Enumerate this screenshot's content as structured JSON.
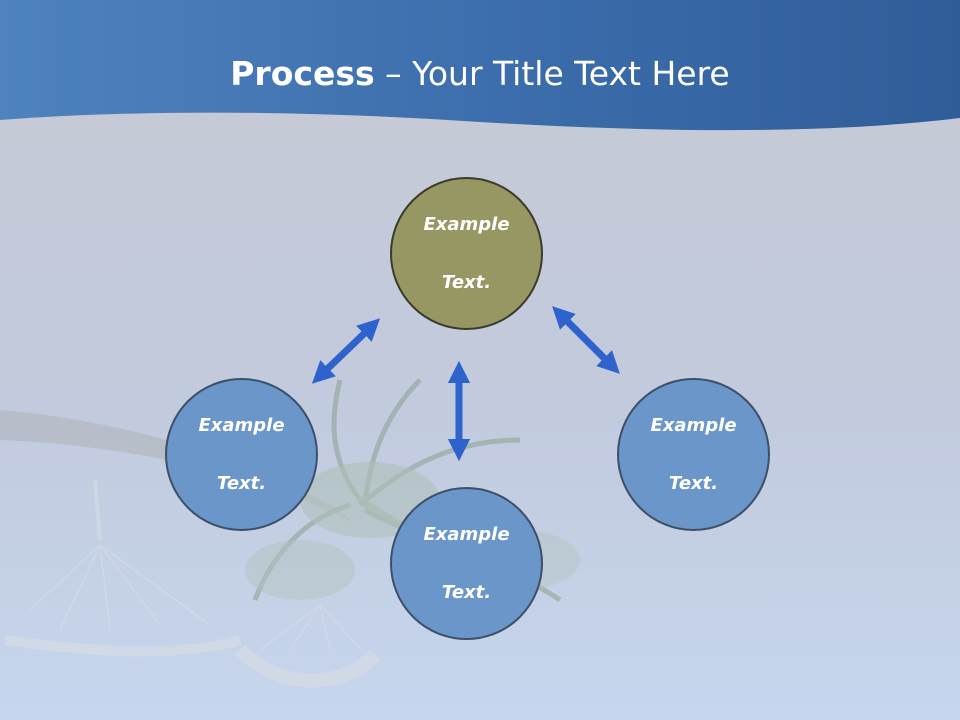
{
  "title": {
    "bold": "Process",
    "rest": " – Your Title Text Here"
  },
  "nodes": {
    "top": {
      "line1": "Example",
      "line2": "Text."
    },
    "left": {
      "line1": "Example",
      "line2": "Text."
    },
    "bottom": {
      "line1": "Example",
      "line2": "Text."
    },
    "right": {
      "line1": "Example",
      "line2": "Text."
    }
  },
  "colors": {
    "header": "#3b6fae",
    "top_node": "#979763",
    "blue_node": "#6a96c9",
    "arrow": "#2e62cc"
  }
}
